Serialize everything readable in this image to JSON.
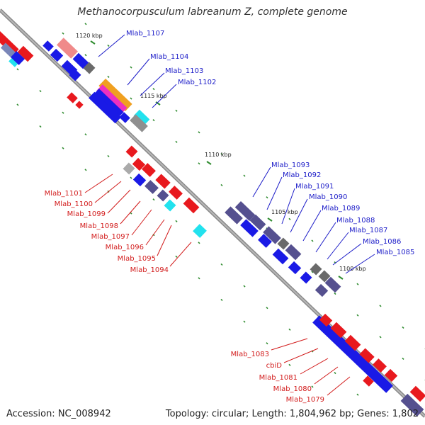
{
  "title": "Methanocorpusculum labreanum Z, complete genome",
  "footer": {
    "accession": "Accession: NC_008942",
    "topology": "Topology: circular; Length: 1,804,962 bp; Genes: 1,802"
  },
  "ticks": [
    "1120 kbp",
    "1115 kbp",
    "1110 kbp",
    "1105 kbp",
    "1100 kbp"
  ],
  "colors": {
    "backbone": "#8a8a8a",
    "forward_label": "#1c1cc8",
    "reverse_label": "#d21c1c",
    "red_feature": "#e8191e",
    "blue_feature": "#1a1ae6",
    "purple_feature": "#55508f",
    "cyan_feature": "#22e2ee",
    "gray_feature": "#8f8f8f",
    "pink_feature": "#f08a8a",
    "orange_feature": "#f0a020",
    "magenta_feature": "#ee30c0",
    "grid_dot": "#2e8b2e"
  },
  "forward_labels": [
    "Mlab_1107",
    "Mlab_1104",
    "Mlab_1103",
    "Mlab_1102",
    "Mlab_1093",
    "Mlab_1092",
    "Mlab_1091",
    "Mlab_1090",
    "Mlab_1089",
    "Mlab_1088",
    "Mlab_1087",
    "Mlab_1086",
    "Mlab_1085"
  ],
  "reverse_labels": [
    "Mlab_1101",
    "Mlab_1100",
    "Mlab_1099",
    "Mlab_1098",
    "Mlab_1097",
    "Mlab_1096",
    "Mlab_1095",
    "Mlab_1094",
    "Mlab_1083",
    "cbiD",
    "Mlab_1081",
    "Mlab_1080",
    "Mlab_1079"
  ]
}
